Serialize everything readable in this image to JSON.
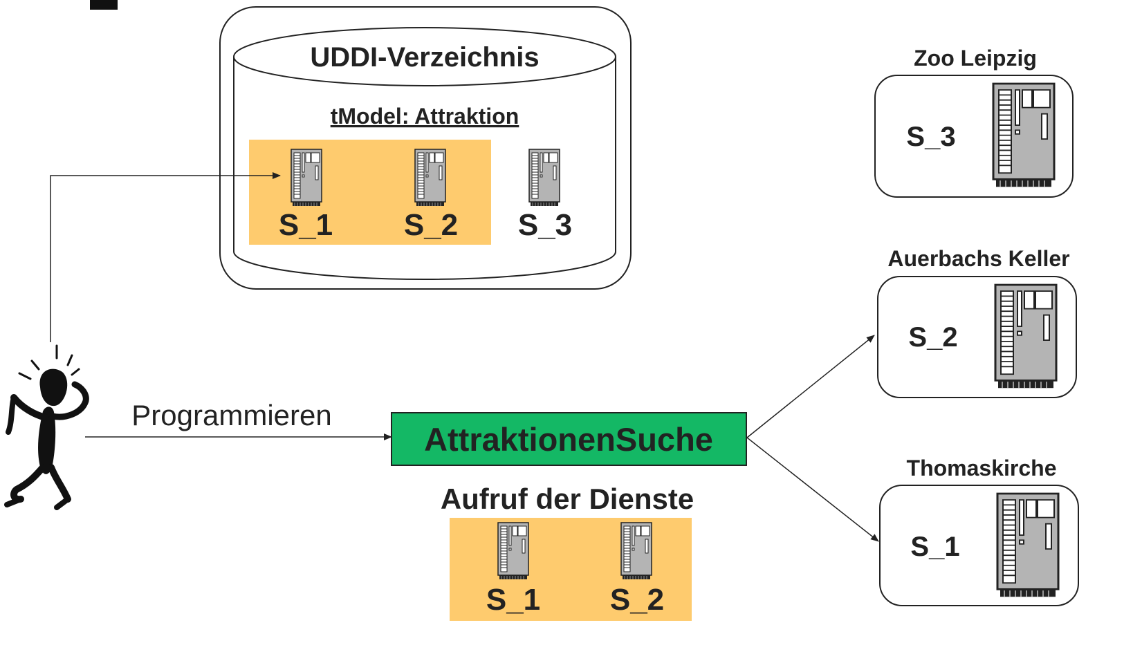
{
  "colors": {
    "highlight": "#fecb6e",
    "app_box": "#14b865",
    "stroke": "#222222",
    "server_body": "#b4b4b4"
  },
  "icons": [
    "server-icon",
    "person-icon",
    "arrow-icon"
  ],
  "registry": {
    "title": "UDDI-Verzeichnis",
    "tmodel": "tModel: Attraktion",
    "services": [
      "S_1",
      "S_2",
      "S_3"
    ]
  },
  "user": {
    "action": "Programmieren"
  },
  "app": {
    "name": "AttraktionenSuche"
  },
  "invocation": {
    "title": "Aufruf der Dienste",
    "services": [
      "S_1",
      "S_2"
    ]
  },
  "providers": [
    {
      "name": "Zoo Leipzig",
      "service": "S_3"
    },
    {
      "name": "Auerbachs Keller",
      "service": "S_2"
    },
    {
      "name": "Thomaskirche",
      "service": "S_1"
    }
  ]
}
